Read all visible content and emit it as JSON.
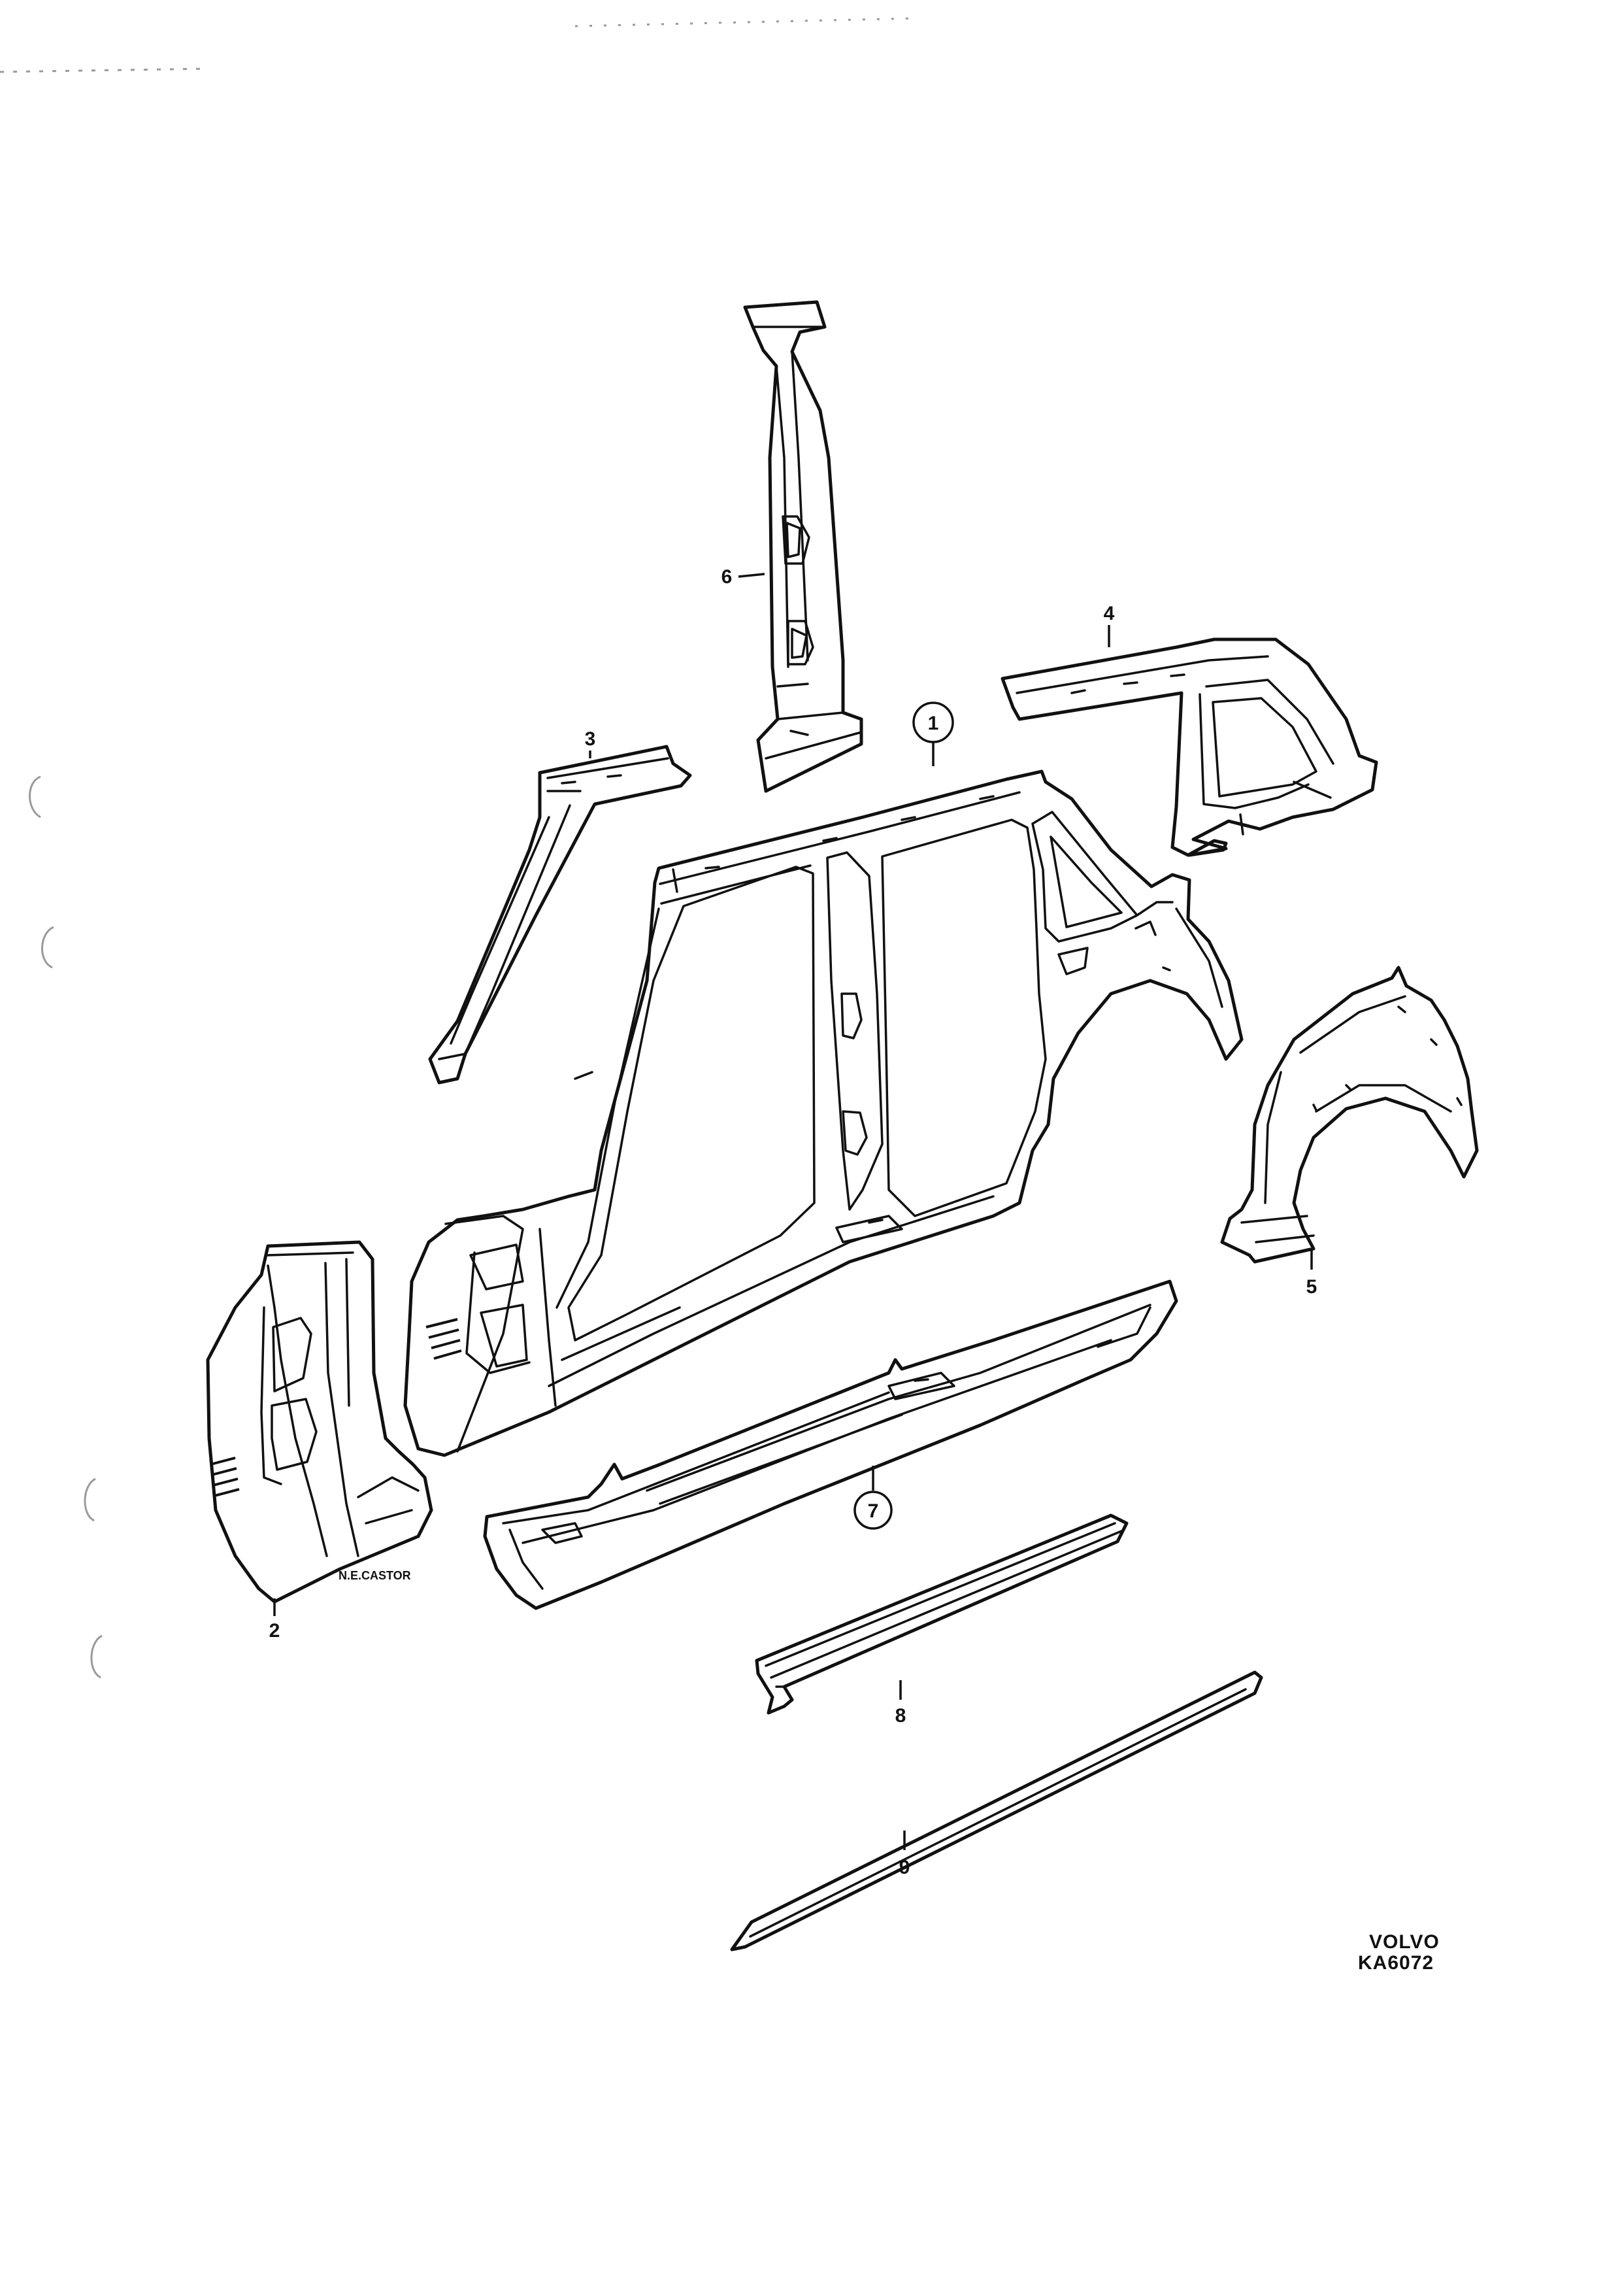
{
  "callouts": {
    "c1": "1",
    "c2": "2",
    "c3": "3",
    "c4": "4",
    "c5": "5",
    "c6": "6",
    "c7": "7",
    "c8": "8",
    "c9": "9"
  },
  "stamp": "N.E.CASTOR",
  "brand": {
    "line1": "VOLVO",
    "line2": "KA6072"
  }
}
